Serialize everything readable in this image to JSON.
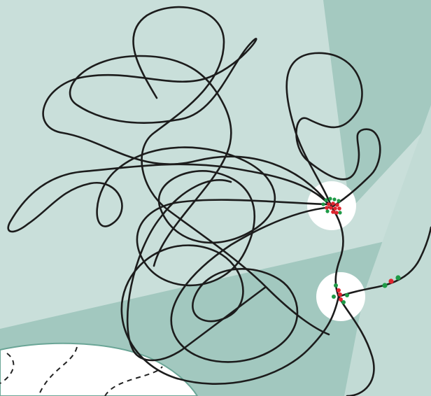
{
  "colors": {
    "background": "#c9dfda",
    "beam_dark": "#9fc6bd",
    "beam_mid": "#b5d4cc",
    "chromatin_line": "#1c1c1c",
    "nucleus_fill": "#ffffff",
    "nucleus_edge": "#5f9e90",
    "highlight_circle": "#ffffff",
    "marker_red": "#e0252f",
    "marker_green": "#1e9a46"
  },
  "icons": {
    "cluster_top": "red-green-dot-cluster",
    "cluster_bottom": "dot-cluster",
    "free_end": "red-green-dots-on-strand"
  }
}
